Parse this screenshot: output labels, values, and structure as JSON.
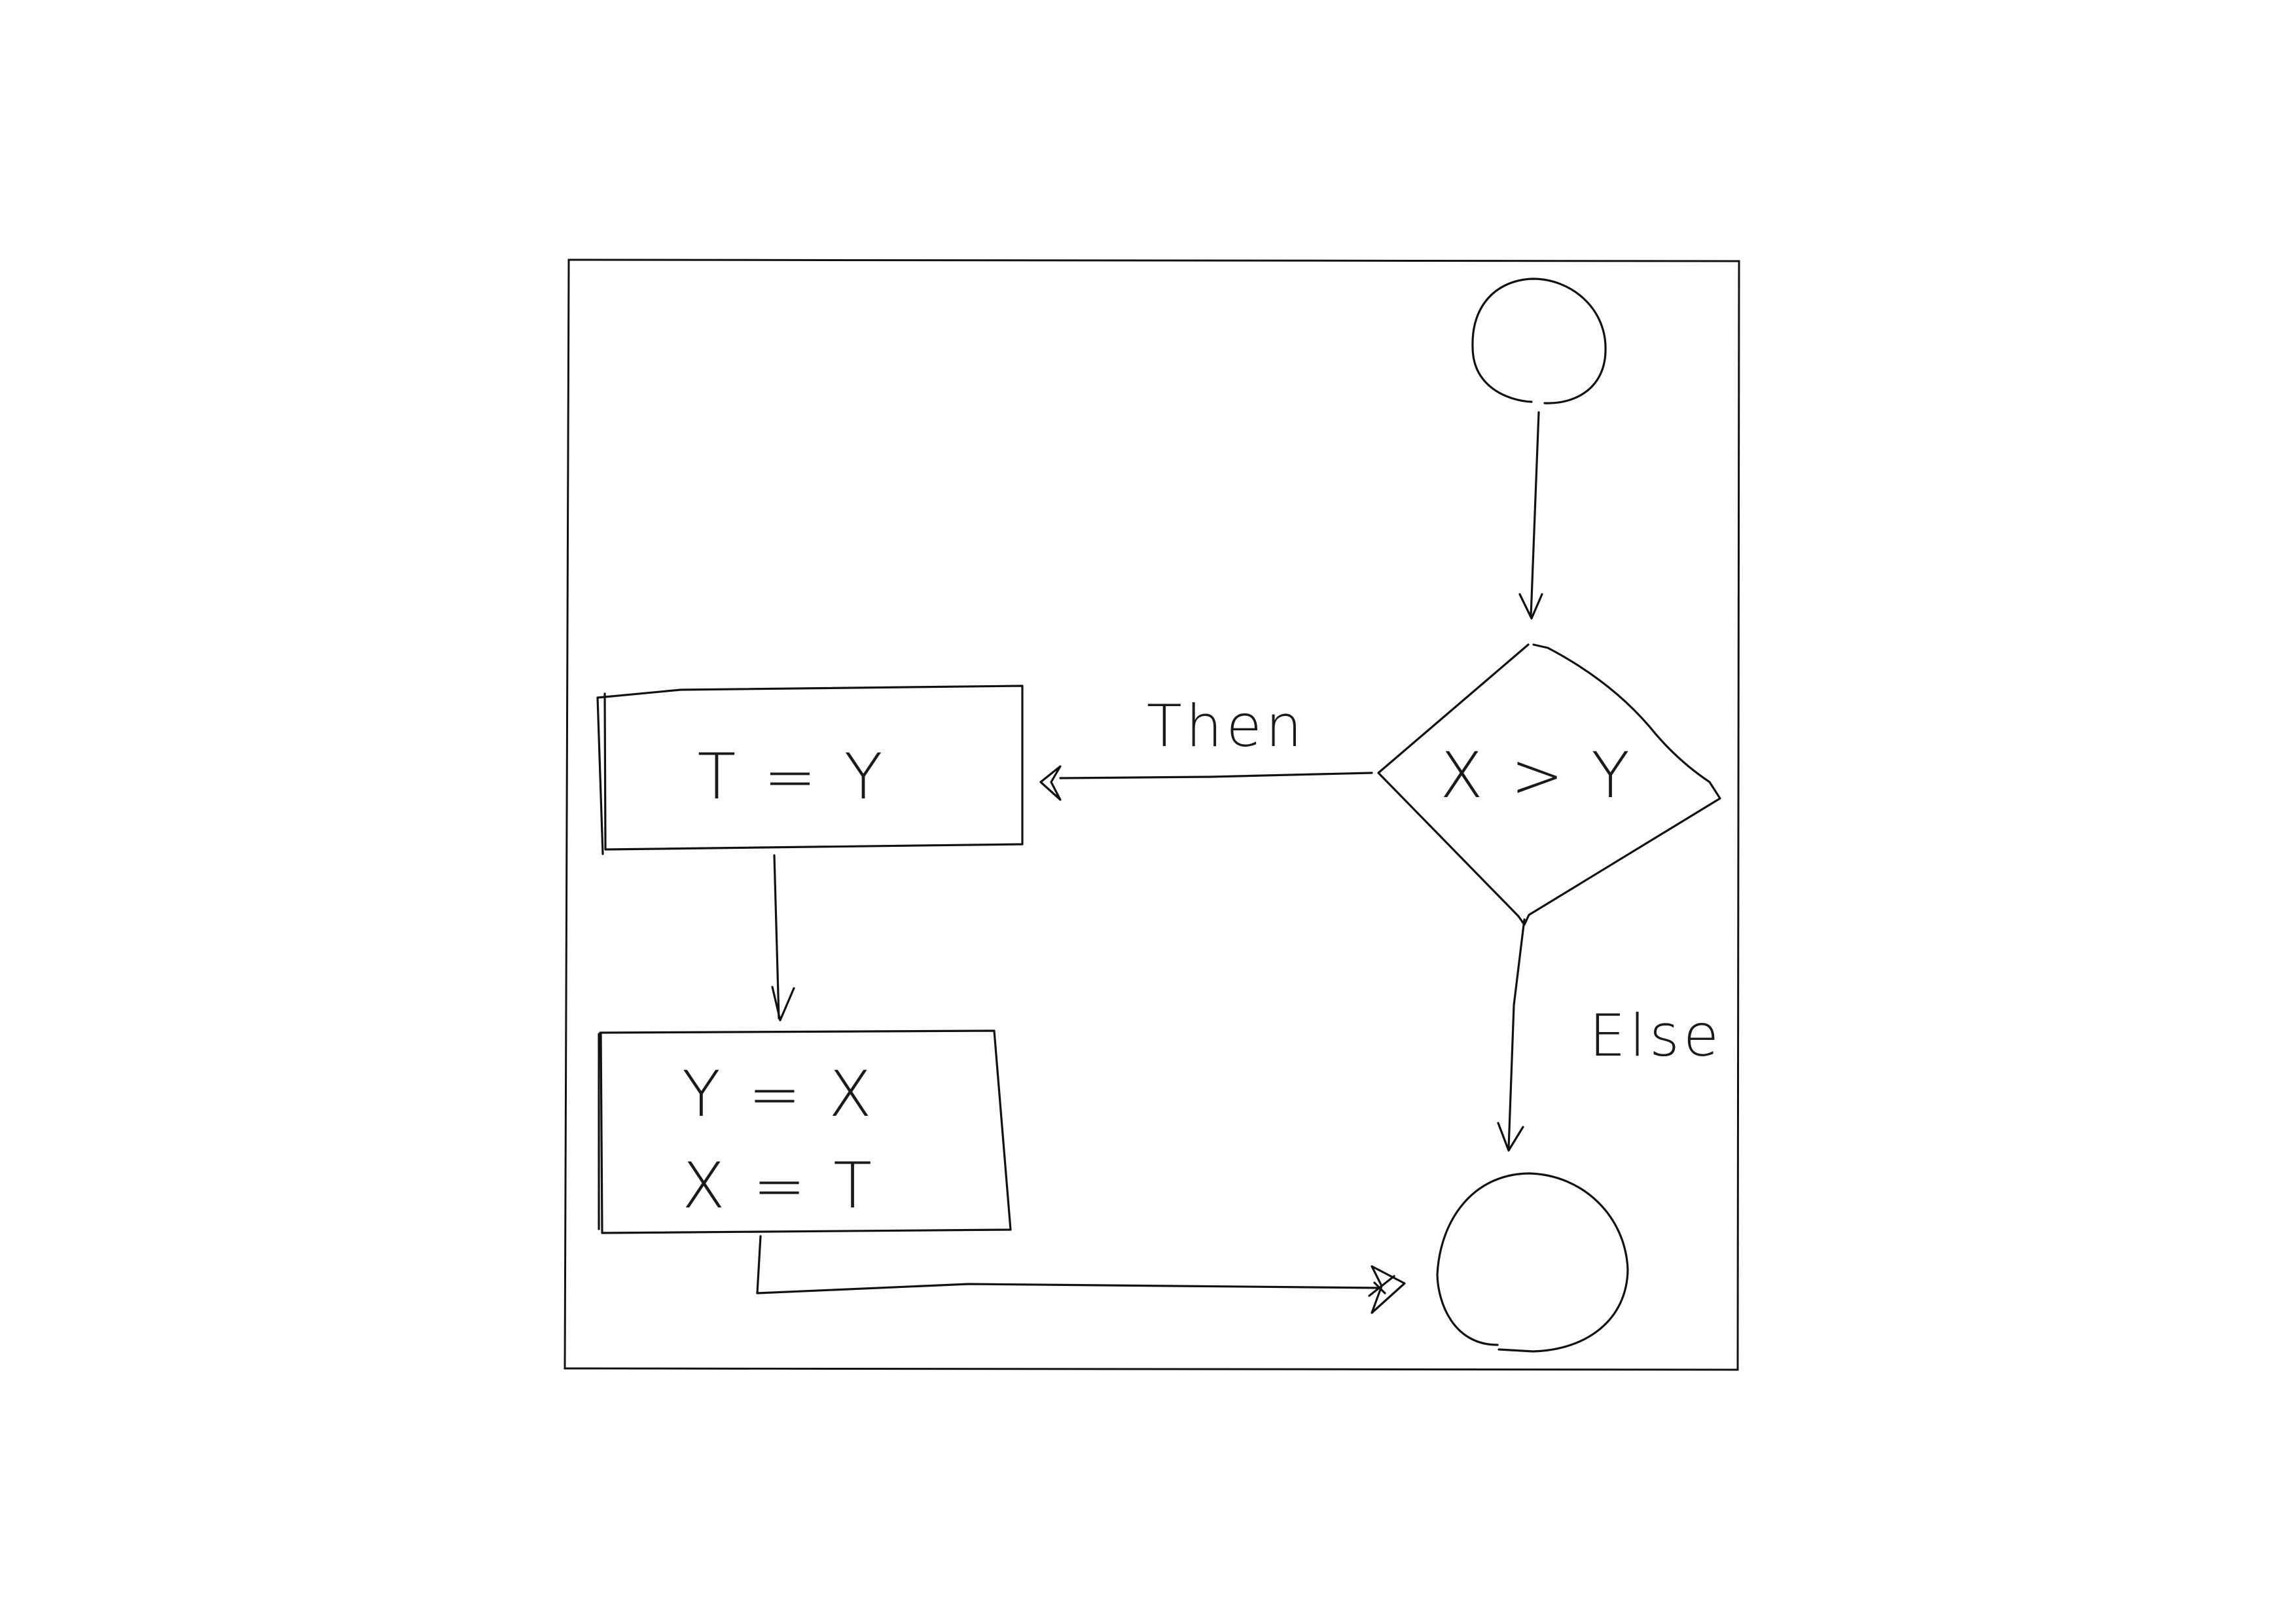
{
  "diagram": {
    "nodes": {
      "start": {
        "shape": "circle",
        "label": ""
      },
      "decision": {
        "shape": "diamond",
        "label": "X > Y"
      },
      "assign_t": {
        "shape": "rectangle",
        "label": "T = Y"
      },
      "swap": {
        "shape": "rectangle",
        "lines": [
          "Y = X",
          "X = T"
        ]
      },
      "end": {
        "shape": "circle",
        "label": ""
      }
    },
    "edges": {
      "then_label": "Then",
      "else_label": "Else"
    }
  }
}
